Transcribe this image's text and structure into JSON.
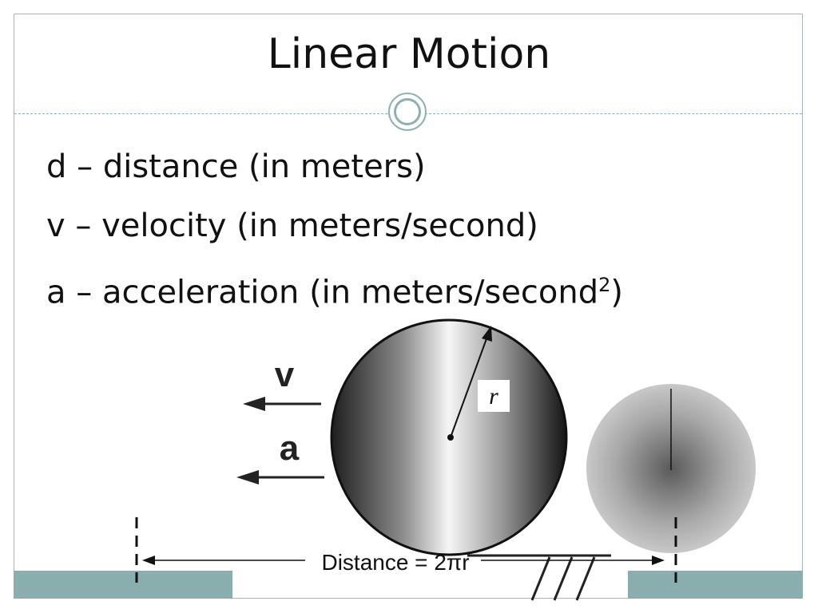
{
  "slide": {
    "title": "Linear Motion",
    "bullets": [
      {
        "text": "d – distance (in meters)",
        "suffix": "",
        "sup": ""
      },
      {
        "text": "v – velocity (in meters/second)",
        "suffix": "",
        "sup": ""
      },
      {
        "text": "a – acceleration (in meters/second",
        "sup": "2",
        "suffix": ")"
      }
    ]
  },
  "diagram": {
    "velocity_label": "v",
    "acceleration_label": "a",
    "radius_label": "r",
    "distance_label": "Distance = 2πr"
  },
  "colors": {
    "accent": "#8aaeae",
    "frame": "#9fb8b8"
  }
}
